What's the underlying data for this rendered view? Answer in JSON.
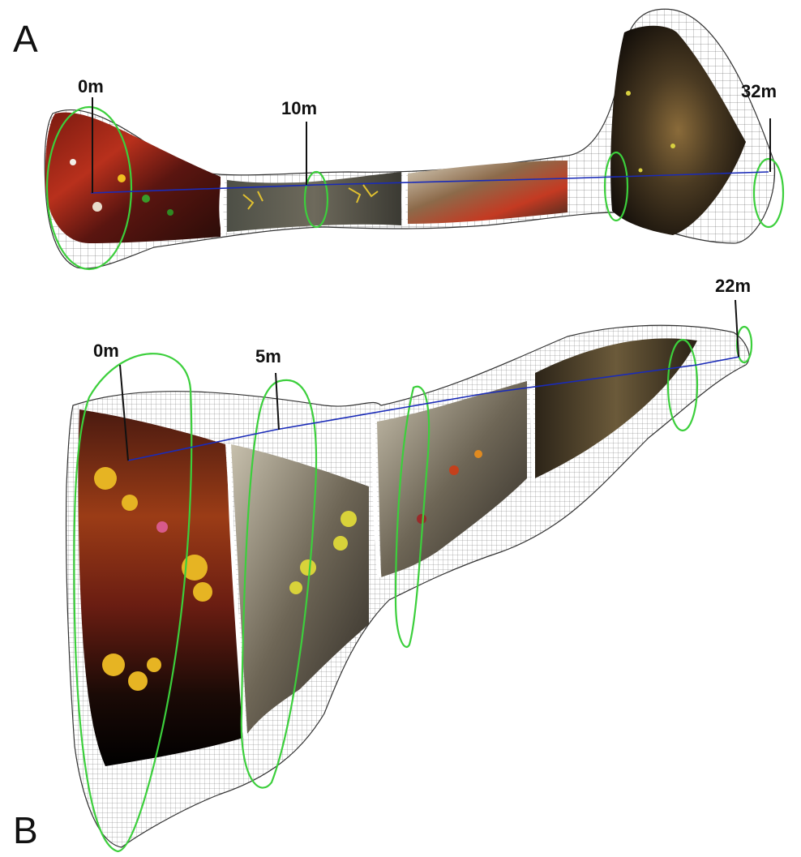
{
  "panels": [
    {
      "letter": "A",
      "labels": [
        "0m",
        "10m",
        "32m"
      ]
    },
    {
      "letter": "B",
      "labels": [
        "0m",
        "5m",
        "22m"
      ]
    }
  ],
  "colors": {
    "axis_line": "#1a2bb8",
    "ring": "#3ccf3c",
    "mesh": "#2a2a2a"
  }
}
